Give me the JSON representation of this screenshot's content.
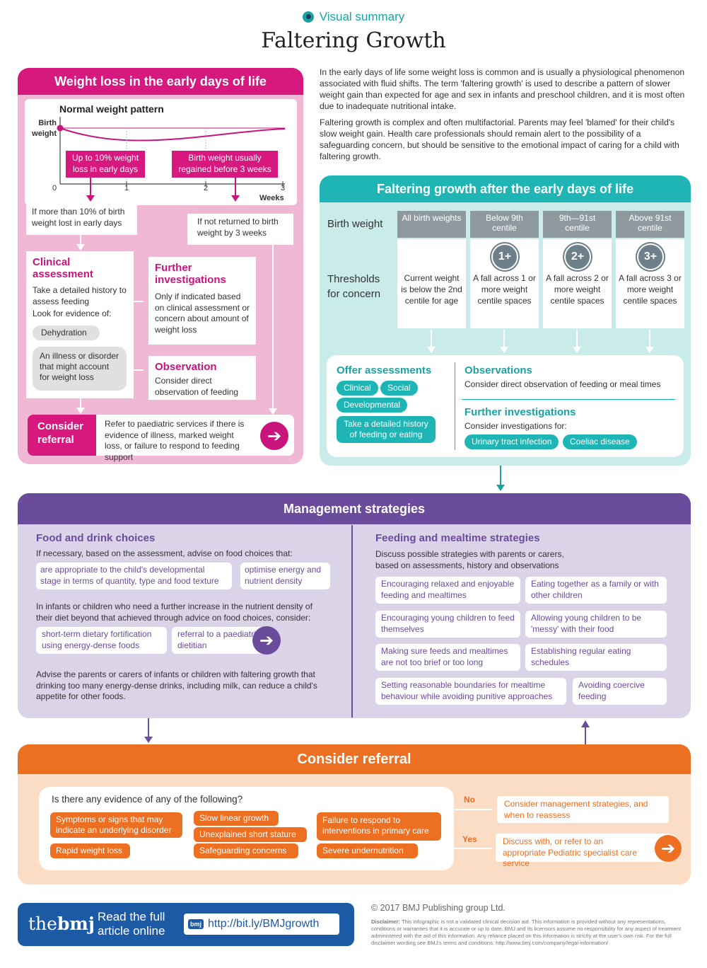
{
  "header": {
    "kicker": "Visual summary",
    "title": "Faltering Growth"
  },
  "intro": {
    "p1": "In the early days of life some weight loss is common and is usually a physiological phenomenon associated with fluid shifts. The term 'faltering growth' is used to describe a pattern of slower weight gain than expected for age and sex in infants and preschool children, and it is most often due to inadequate nutritional intake.",
    "p2": "Faltering growth is complex and often multifactorial. Parents may feel 'blamed' for their child's slow weight gain.  Health care professionals should remain alert to the possibility of a safeguarding concern, but should be sensitive to the emotional impact of caring for a child with faltering growth."
  },
  "early": {
    "title": "Weight loss in the early days of life",
    "chart_title": "Normal weight pattern",
    "birth_weight": "Birth weight",
    "ticks": [
      "0",
      "1",
      "2",
      "3"
    ],
    "weeks": "Weeks",
    "callout1": "Up to 10% weight loss in early days",
    "callout2": "Birth weight usually regained before 3 weeks",
    "cond1": "If more than 10% of birth weight lost in early days",
    "cond2": "If not returned to birth weight by 3 weeks",
    "clinical_title": "Clinical assessment",
    "clinical_text": "Take a detailed history to assess feeding",
    "look_for": "Look for evidence of:",
    "dehydration": "Dehydration",
    "illness": "An illness or disorder that might account for weight loss",
    "further_title": "Further investigations",
    "further_text": "Only if indicated based on clinical assessment or concern about amount of weight loss",
    "obs_title": "Observation",
    "obs_text": "Consider direct observation of feeding",
    "referral_label": "Consider referral",
    "referral_text": "Refer to paediatric services if there is evidence of illness, marked weight loss, or failure to respond to feeding support"
  },
  "after": {
    "title": "Faltering growth after the early days of life",
    "birth_weight": "Birth weight",
    "thresholds": "Thresholds for concern",
    "columns": [
      {
        "head": "All birth weights",
        "badge": "",
        "text": "Current weight is below the 2nd centile for age"
      },
      {
        "head": "Below 9th centile",
        "badge": "1+",
        "text": "A fall across 1 or more weight centile spaces"
      },
      {
        "head": "9th—91st centile",
        "badge": "2+",
        "text": "A fall across 2 or more weight centile spaces"
      },
      {
        "head": "Above 91st centile",
        "badge": "3+",
        "text": "A fall across 3 or more weight centile spaces"
      }
    ],
    "offer_title": "Offer assessments",
    "offer_pills": [
      "Clinical",
      "Social",
      "Developmental"
    ],
    "history_pill": "Take a detailed history of feeding or eating",
    "obs_title": "Observations",
    "obs_text": "Consider direct observation of feeding or meal times",
    "inv_title": "Further investigations",
    "inv_text": "Consider investigations for:",
    "inv_pills": [
      "Urinary tract infection",
      "Coeliac disease"
    ]
  },
  "management": {
    "title": "Management strategies",
    "food_title": "Food and drink choices",
    "food_intro": "If necessary, based on the assessment, advise on food choices that:",
    "food_box1": "are appropriate to the child's developmental stage in terms of quantity, type and food texture",
    "food_box2": "optimise energy and nutrient density",
    "food_para2": "In infants or children who need a further increase in the nutrient density of their diet beyond that achieved through advice on food choices, consider:",
    "food_box3": "short-term dietary fortification using energy-dense foods",
    "food_box4": "referral to a paediatric dietitian",
    "food_para3": "Advise the parents or carers of infants or children with faltering growth that drinking too many energy-dense drinks, including milk, can reduce a child's appetite for other foods.",
    "feed_title": "Feeding and mealtime strategies",
    "feed_intro": "Discuss possible strategies with parents or carers, based on assessments, history and observations",
    "strategies": [
      "Encouraging relaxed and enjoyable feeding and mealtimes",
      "Eating together as a family or with other children",
      "Encouraging young children to feed themselves",
      "Allowing young children to be 'messy' with their food",
      "Making sure feeds and mealtimes are not too brief or too long",
      "Establishing regular eating schedules",
      "Setting reasonable boundaries for mealtime behaviour while avoiding punitive approaches",
      "Avoiding coercive feeding"
    ]
  },
  "referral": {
    "title": "Consider referral",
    "question": "Is there any evidence of any of the following?",
    "items": [
      "Symptoms or signs that may indicate an underlying disorder",
      "Rapid weight loss",
      "Slow linear growth",
      "Unexplained short stature",
      "Safeguarding concerns",
      "Failure to respond to interventions in primary care",
      "Severe undernutrition"
    ],
    "no": "No",
    "yes": "Yes",
    "no_text": "Consider management strategies, and when to reassess",
    "yes_text": "Discuss with, or refer to an appropriate Pediatric specialist care service"
  },
  "footer": {
    "logo_the": "the",
    "logo_bmj": "bmj",
    "read": "Read the full article online",
    "link_icon": "bmj",
    "url": "http://bit.ly/BMJgrowth",
    "copyright": "© 2017 BMJ Publishing group Ltd.",
    "disclaimer_label": "Disclaimer:",
    "disclaimer": "This infographic is not a validated clinical decision aid. This information is provided without any representations, conditions or warranties that it is accurate or up to date. BMJ and its licensors assume no responsibility for any aspect of treatment administered with the aid of this information. Any reliance placed on this information is strictly at the user's own risk. For the full disclaimer wording see BMJ's terms and conditions: http://www.bmj.com/company/legal-information/"
  },
  "colors": {
    "pink": "#d6187f",
    "pink_light": "#f1b8d6",
    "teal": "#1fb5b5",
    "teal_light": "#c9ebea",
    "purple": "#6b4b9c",
    "purple_light": "#dbd3e8",
    "orange": "#ec6f22",
    "orange_light": "#fbdcc4",
    "navy": "#1d5aa6"
  }
}
